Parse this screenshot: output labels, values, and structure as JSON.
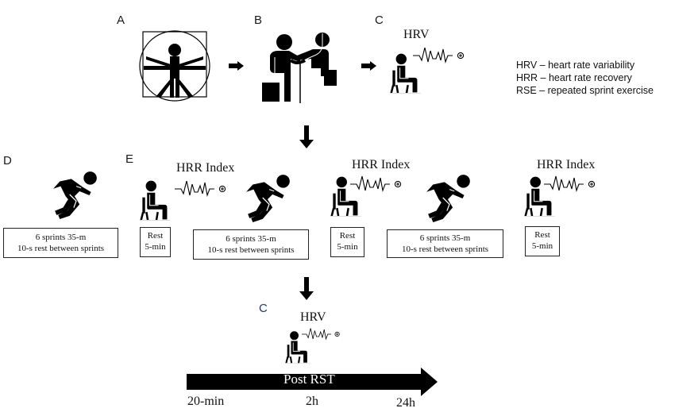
{
  "panels": {
    "A": {
      "label": "A",
      "icon": "vitruvian-man-icon"
    },
    "B": {
      "label": "B",
      "icon": "blood-pressure-measurement-icon"
    },
    "C_top": {
      "label": "C",
      "title": "HRV",
      "icon": "seated-person-icon"
    },
    "D": {
      "label": "D",
      "box_line1": "6 sprints  35-m",
      "box_line2": "10-s rest between sprints"
    },
    "E": {
      "label": "E",
      "hrr_title": "HRR Index",
      "rest_line1": "Rest",
      "rest_line2": "5-min",
      "sprint_line1": "6 sprints  35-m",
      "sprint_line2": "10-s rest between sprints"
    },
    "C_bottom": {
      "label": "C",
      "title": "HRV"
    }
  },
  "legend": [
    "HRV – heart rate variability",
    "HRR – heart rate recovery",
    "RSE – repeated sprint exercise"
  ],
  "timeline": {
    "label": "Post RST",
    "ticks": [
      "20-min",
      "2h",
      "24h"
    ]
  },
  "colors": {
    "ink": "#000000",
    "panel_label": "#1a1a1a",
    "panel_label_accent": "#1f3a6e"
  }
}
